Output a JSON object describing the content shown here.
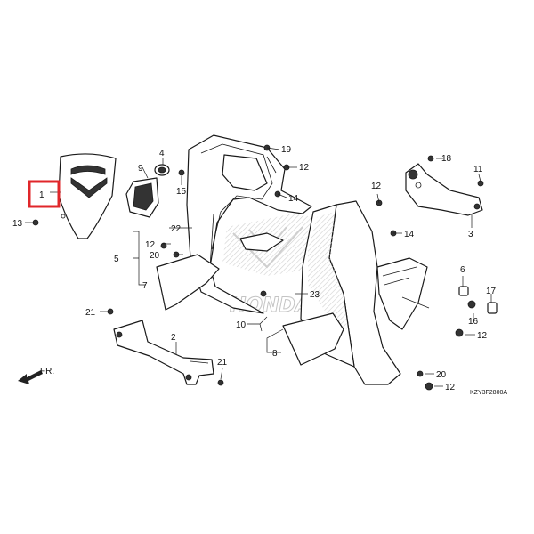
{
  "diagram": {
    "callouts": [
      {
        "id": "c1",
        "text": "1"
      },
      {
        "id": "c2",
        "text": "2"
      },
      {
        "id": "c3",
        "text": "3"
      },
      {
        "id": "c4",
        "text": "4"
      },
      {
        "id": "c5",
        "text": "5"
      },
      {
        "id": "c6",
        "text": "6"
      },
      {
        "id": "c7",
        "text": "7"
      },
      {
        "id": "c8",
        "text": "8"
      },
      {
        "id": "c9",
        "text": "9"
      },
      {
        "id": "c10",
        "text": "10"
      },
      {
        "id": "c11",
        "text": "11"
      },
      {
        "id": "c12a",
        "text": "12"
      },
      {
        "id": "c12b",
        "text": "12"
      },
      {
        "id": "c12c",
        "text": "12"
      },
      {
        "id": "c12d",
        "text": "12"
      },
      {
        "id": "c12e",
        "text": "12"
      },
      {
        "id": "c13",
        "text": "13"
      },
      {
        "id": "c14a",
        "text": "14"
      },
      {
        "id": "c14b",
        "text": "14"
      },
      {
        "id": "c15",
        "text": "15"
      },
      {
        "id": "c16",
        "text": "16"
      },
      {
        "id": "c17",
        "text": "17"
      },
      {
        "id": "c18",
        "text": "18"
      },
      {
        "id": "c19",
        "text": "19"
      },
      {
        "id": "c20a",
        "text": "20"
      },
      {
        "id": "c20b",
        "text": "20"
      },
      {
        "id": "c21a",
        "text": "21"
      },
      {
        "id": "c21b",
        "text": "21"
      },
      {
        "id": "c22",
        "text": "22"
      },
      {
        "id": "c23",
        "text": "23"
      }
    ],
    "front_indicator": "FR.",
    "diagram_code": "KZY3F2800A",
    "watermark": "HONDA",
    "highlight": {
      "part": "1",
      "color": "#e0262a"
    }
  }
}
